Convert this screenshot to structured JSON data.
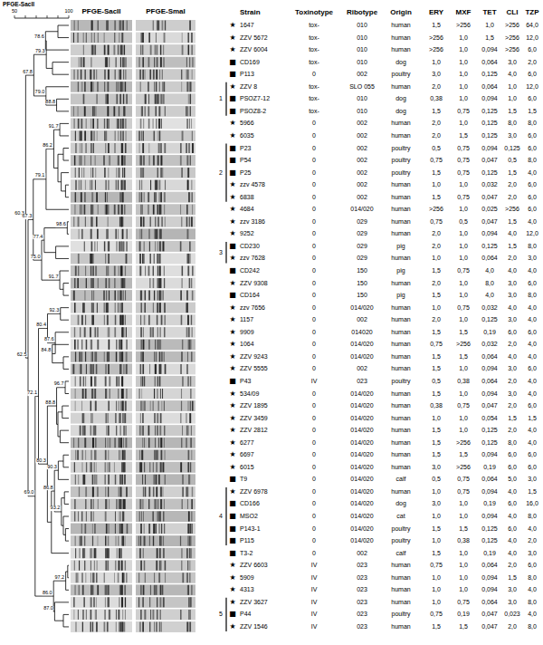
{
  "diagram": {
    "labels": [
      "PFGE-SacII",
      "50",
      "100",
      "PFGE-SacII",
      "PFGE-SmaI",
      "Strain",
      "Toxinotype",
      "Ribotype",
      "Origin",
      "ERY",
      "MXF",
      "TET",
      "CLI",
      "TZP",
      "★",
      "1647",
      "tox-",
      "010",
      "human",
      "1,5",
      ">256",
      "1,0",
      ">256",
      "64,0",
      "★",
      "ZZV 5672",
      "tox-",
      "010",
      "human",
      ">256",
      "1,0",
      "1,5",
      ">256",
      "12,0",
      "★",
      "ZZV 6004",
      "tox-",
      "010",
      "human",
      ">256",
      "1,0",
      "0,094",
      ">256",
      "6,0",
      "■",
      "CD169",
      "tox-",
      "010",
      "dog",
      "1,0",
      "1,0",
      "0,064",
      "3,0",
      "2,0",
      "■",
      "P113",
      "0",
      "002",
      "poultry",
      "3,0",
      "1,0",
      "0,125",
      "4,0",
      "6,0",
      "★",
      "ZZV 8",
      "tox-",
      "SLO 055",
      "human",
      "2,0",
      "1,0",
      "0,064",
      "1,0",
      "12,0",
      "■",
      "PSOZ7-12",
      "tox-",
      "010",
      "dog",
      "0,38",
      "1,0",
      "0,094",
      "1,0",
      "6,0",
      "■",
      "PSOZ8-2",
      "tox-",
      "010",
      "dog",
      "1,5",
      "0,75",
      "0,125",
      "1,5",
      "1,5",
      "★",
      "5966",
      "0",
      "002",
      "human",
      "2,0",
      "1,0",
      "0,125",
      "8,0",
      "8,0",
      "★",
      "6035",
      "0",
      "002",
      "human",
      "2,0",
      "1,5",
      "0,125",
      "3,0",
      "6,0",
      "■",
      "P23",
      "0",
      "002",
      "poultry",
      "0,5",
      "0,75",
      "0,094",
      "0,125",
      "6,0",
      "■",
      "P54",
      "0",
      "002",
      "poultry",
      "0,75",
      "0,75",
      "0,047",
      "0,5",
      "8,0",
      "■",
      "P25",
      "0",
      "002",
      "poultry",
      "1,5",
      "0,75",
      "0,125",
      "1,5",
      "4,0",
      "★",
      "zzv 4578",
      "0",
      "002",
      "human",
      "1,0",
      "1,0",
      "0,032",
      "2,0",
      "6,0",
      "★",
      "6838",
      "0",
      "002",
      "human",
      "1,5",
      "0,75",
      "0,047",
      "2,0",
      "6,0",
      "★",
      "4684",
      "0",
      "014/020",
      "human",
      ">256",
      "1,0",
      "0,025",
      ">256",
      "6,0",
      "★",
      "zzv 3186",
      "0",
      "029",
      "human",
      "0,75",
      "0,5",
      "0,047",
      "1,5",
      "4,0",
      "★",
      "9252",
      "0",
      "029",
      "human",
      "2,0",
      "1,0",
      "0,094",
      "4,0",
      "12,0",
      "■",
      "CD230",
      "0",
      "029",
      "pig",
      "2,0",
      "1,0",
      "0,125",
      "1,5",
      "8,0",
      "★",
      "zzv 7628",
      "0",
      "029",
      "human",
      "1,0",
      "1,0",
      "0,064",
      "2,0",
      "3,0",
      "■",
      "CD242",
      "0",
      "150",
      "pig",
      "1,5",
      "0,75",
      "4,0",
      "4,0",
      "4,0",
      "★",
      "ZZV 9308",
      "0",
      "150",
      "human",
      "2,0",
      "1,0",
      "8,0",
      "3,0",
      "6,0",
      "■",
      "CD164",
      "0",
      "150",
      "pig",
      "1,5",
      "1,0",
      "4,0",
      "3,0",
      "8,0",
      "★",
      "zzv 7656",
      "0",
      "014/020",
      "human",
      "1,0",
      "0,75",
      "0,032",
      "4,0",
      "4,0",
      "★",
      "1157",
      "0",
      "002",
      "human",
      "2,0",
      "1,0",
      "0,125",
      "3,0",
      "4,0",
      "★",
      "9909",
      "0",
      "014020",
      "human",
      "1,5",
      "1,5",
      "0,19",
      "6,0",
      "6,0",
      "★",
      "1064",
      "0",
      "014/020",
      "human",
      "0,75",
      ">256",
      "0,032",
      "2,0",
      "4,0",
      "★",
      "ZZV 9243",
      "0",
      "014/020",
      "human",
      "1,5",
      "1,5",
      "0,064",
      "4,0",
      "4,0",
      "★",
      "ZZV 5555",
      "0",
      "002",
      "human",
      "1,5",
      "1,0",
      "0,094",
      "3,0",
      "6,0",
      "■",
      "P43",
      "IV",
      "023",
      "poultry",
      "0,5",
      "0,38",
      "0,064",
      "2,0",
      "4,0",
      "★",
      "534/09",
      "0",
      "014/020",
      "human",
      "1,5",
      "1,0",
      "0,094",
      "3,0",
      "4,0",
      "★",
      "ZZV 1895",
      "0",
      "014/020",
      "human",
      "0,38",
      "0,75",
      "0,047",
      "2,0",
      "6,0",
      "★",
      "ZZV 3459",
      "0",
      "014/020",
      "human",
      "1,0",
      "1,0",
      "0,054",
      "1,5",
      "1,5",
      "★",
      "ZZV 2812",
      "0",
      "014/020",
      "human",
      "1,5",
      "1,0",
      "0,125",
      "2,0",
      "4,0",
      "★",
      "6277",
      "0",
      "014/020",
      "human",
      "1,5",
      ">256",
      "0,125",
      "8,0",
      "4,0",
      "★",
      "6697",
      "0",
      "014/020",
      "human",
      "1,5",
      "1,5",
      "0,094",
      "6,0",
      "6,0",
      "★",
      "6015",
      "0",
      "014/020",
      "human",
      "3,0",
      ">256",
      "0,19",
      "6,0",
      "6,0",
      "■",
      "T9",
      "0",
      "014/020",
      "calf",
      "0,5",
      "0,75",
      "0,064",
      "5,0",
      "3,0",
      "★",
      "ZZV 6978",
      "0",
      "014/020",
      "human",
      "1,0",
      "0,75",
      "0,094",
      "4,0",
      "1,5",
      "■",
      "CD166",
      "0",
      "014/020",
      "dog",
      "3,0",
      "1,0",
      "0,19",
      "6,0",
      "16,0",
      "■",
      "MSO2",
      "0",
      "014/020",
      "cat",
      "1,0",
      "1,0",
      "0,094",
      "4,0",
      "8,0",
      "■",
      "P143-1",
      "0",
      "014/020",
      "poultry",
      "1,5",
      "1,5",
      "0,125",
      "6,0",
      "4,0",
      "■",
      "P115",
      "0",
      "014/020",
      "poultry",
      "1,0",
      "0,38",
      "0,125",
      "4,0",
      "2,0",
      "■",
      "T3-2",
      "0",
      "002",
      "calf",
      "1,5",
      "1,0",
      "0,19",
      "4,0",
      "3,0",
      "★",
      "ZZV 6603",
      "IV",
      "023",
      "human",
      "0,75",
      "1,0",
      "0,064",
      "2,0",
      "6,0",
      "★",
      "5909",
      "IV",
      "023",
      "human",
      "1,0",
      "1,0",
      "0,094",
      "1,5",
      "8,0",
      "★",
      "4313",
      "IV",
      "023",
      "human",
      "1,0",
      "1,0",
      "0,094",
      "3,0",
      "4,0",
      "★",
      "ZZV 3627",
      "IV",
      "023",
      "human",
      "1,0",
      "0,75",
      "0,064",
      "3,0",
      "8,0",
      "■",
      "P44",
      "IV",
      "023",
      "poultry",
      "0,75",
      "0,19",
      "0,047",
      "0,023",
      "4,0",
      "★",
      "ZZV 1546",
      "IV",
      "023",
      "human",
      "1,5",
      "1,5",
      "0,047",
      "2,0",
      "8,0",
      "60.3",
      "67.8",
      "79.3",
      "78.6",
      "79.0",
      "88.8",
      "62.5",
      "67.3",
      "79.1",
      "86.2",
      "91.7",
      "75.0",
      "77.4",
      "98.6",
      "91.7",
      "69.0",
      "72.1",
      "80.4",
      "92.3",
      "87.6",
      "84.8",
      "80.3",
      "88.8",
      "96.7",
      "86.8",
      "90.3",
      "93.2",
      "86.0",
      "97.2",
      "87.0",
      "1",
      "2",
      "3",
      "4",
      "5"
    ]
  }
}
